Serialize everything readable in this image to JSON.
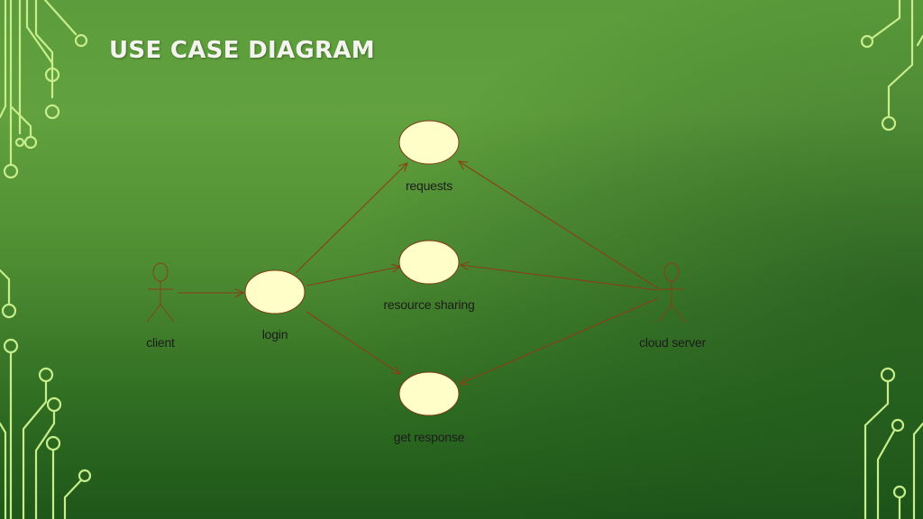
{
  "slide": {
    "title": "USE CASE DIAGRAM"
  },
  "colors": {
    "usecase_fill": "#fffdc8",
    "outline": "#7a3a10",
    "arrow": "#8b3e14",
    "circuit": "#c7ee8a"
  },
  "diagram": {
    "actors": [
      {
        "id": "client",
        "label": "client"
      },
      {
        "id": "cloud_server",
        "label": "cloud server"
      }
    ],
    "use_cases": [
      {
        "id": "login",
        "label": "login"
      },
      {
        "id": "requests",
        "label": "requests"
      },
      {
        "id": "resource_sharing",
        "label": "resource sharing"
      },
      {
        "id": "get_response",
        "label": "get response"
      }
    ],
    "relations": [
      {
        "from": "client",
        "to": "login"
      },
      {
        "from": "login",
        "to": "requests"
      },
      {
        "from": "login",
        "to": "resource_sharing"
      },
      {
        "from": "login",
        "to": "get_response"
      },
      {
        "from": "cloud_server",
        "to": "requests"
      },
      {
        "from": "cloud_server",
        "to": "resource_sharing"
      },
      {
        "from": "cloud_server",
        "to": "get_response"
      }
    ]
  }
}
